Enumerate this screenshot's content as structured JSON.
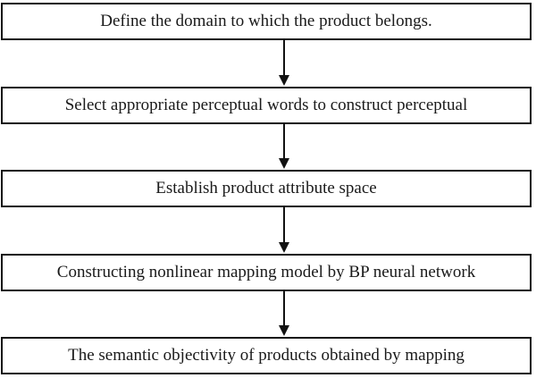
{
  "steps": [
    {
      "label": "Define the domain to which the product belongs."
    },
    {
      "label": "Select appropriate perceptual words to construct perceptual"
    },
    {
      "label": "Establish product attribute space"
    },
    {
      "label": "Constructing nonlinear mapping model by BP neural network"
    },
    {
      "label": "The semantic objectivity of products obtained by mapping"
    }
  ],
  "colors": {
    "line": "#111111",
    "box_background": "#ffffff"
  }
}
